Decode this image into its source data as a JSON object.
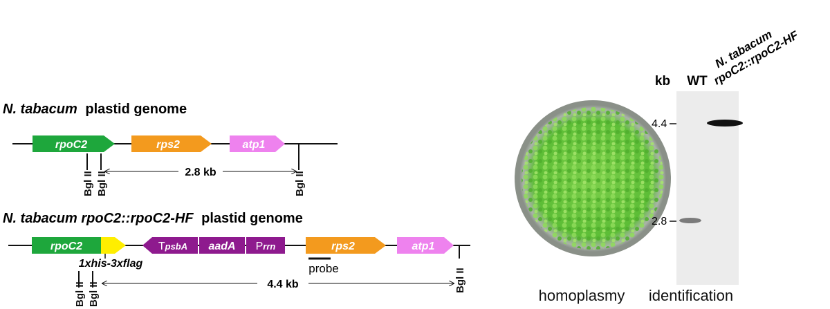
{
  "map1": {
    "title_species": "N. tabacum",
    "title_rest": "plastid genome",
    "genes": [
      {
        "name": "rpoC2",
        "color": "#1ea73c"
      },
      {
        "name": "rps2",
        "color": "#f39a1e"
      },
      {
        "name": "atp1",
        "color": "#ee82ee"
      }
    ],
    "site_label": "Bgl II",
    "distance": "2.8 kb"
  },
  "map2": {
    "title_italic": "N. tabacum rpoC2::rpoC2-HF",
    "title_rest": "plastid genome",
    "genes": [
      {
        "name": "rpoC2",
        "color": "#1ea73c"
      },
      {
        "name": "rps2",
        "color": "#f39a1e"
      },
      {
        "name": "atp1",
        "color": "#ee82ee"
      }
    ],
    "tag_color": "#ffee00",
    "tag_label": "1xhis-3xflag",
    "cassette_color": "#8e1a8e",
    "cassette": {
      "p1_main": "T",
      "p1_sub": "psbA",
      "p2": "aadA",
      "p3_main": "P",
      "p3_sub": "rrn"
    },
    "probe": "probe",
    "site_label": "Bgl II",
    "distance": "4.4 kb"
  },
  "plate": {
    "caption": "homoplasmy"
  },
  "blot": {
    "caption": "identification",
    "kb_label": "kb",
    "lane1": "WT",
    "lane2_line1": "N. tabacum",
    "lane2_line2": "rpoC2::rpoC2-HF",
    "markers": [
      "4.4",
      "2.8"
    ]
  }
}
